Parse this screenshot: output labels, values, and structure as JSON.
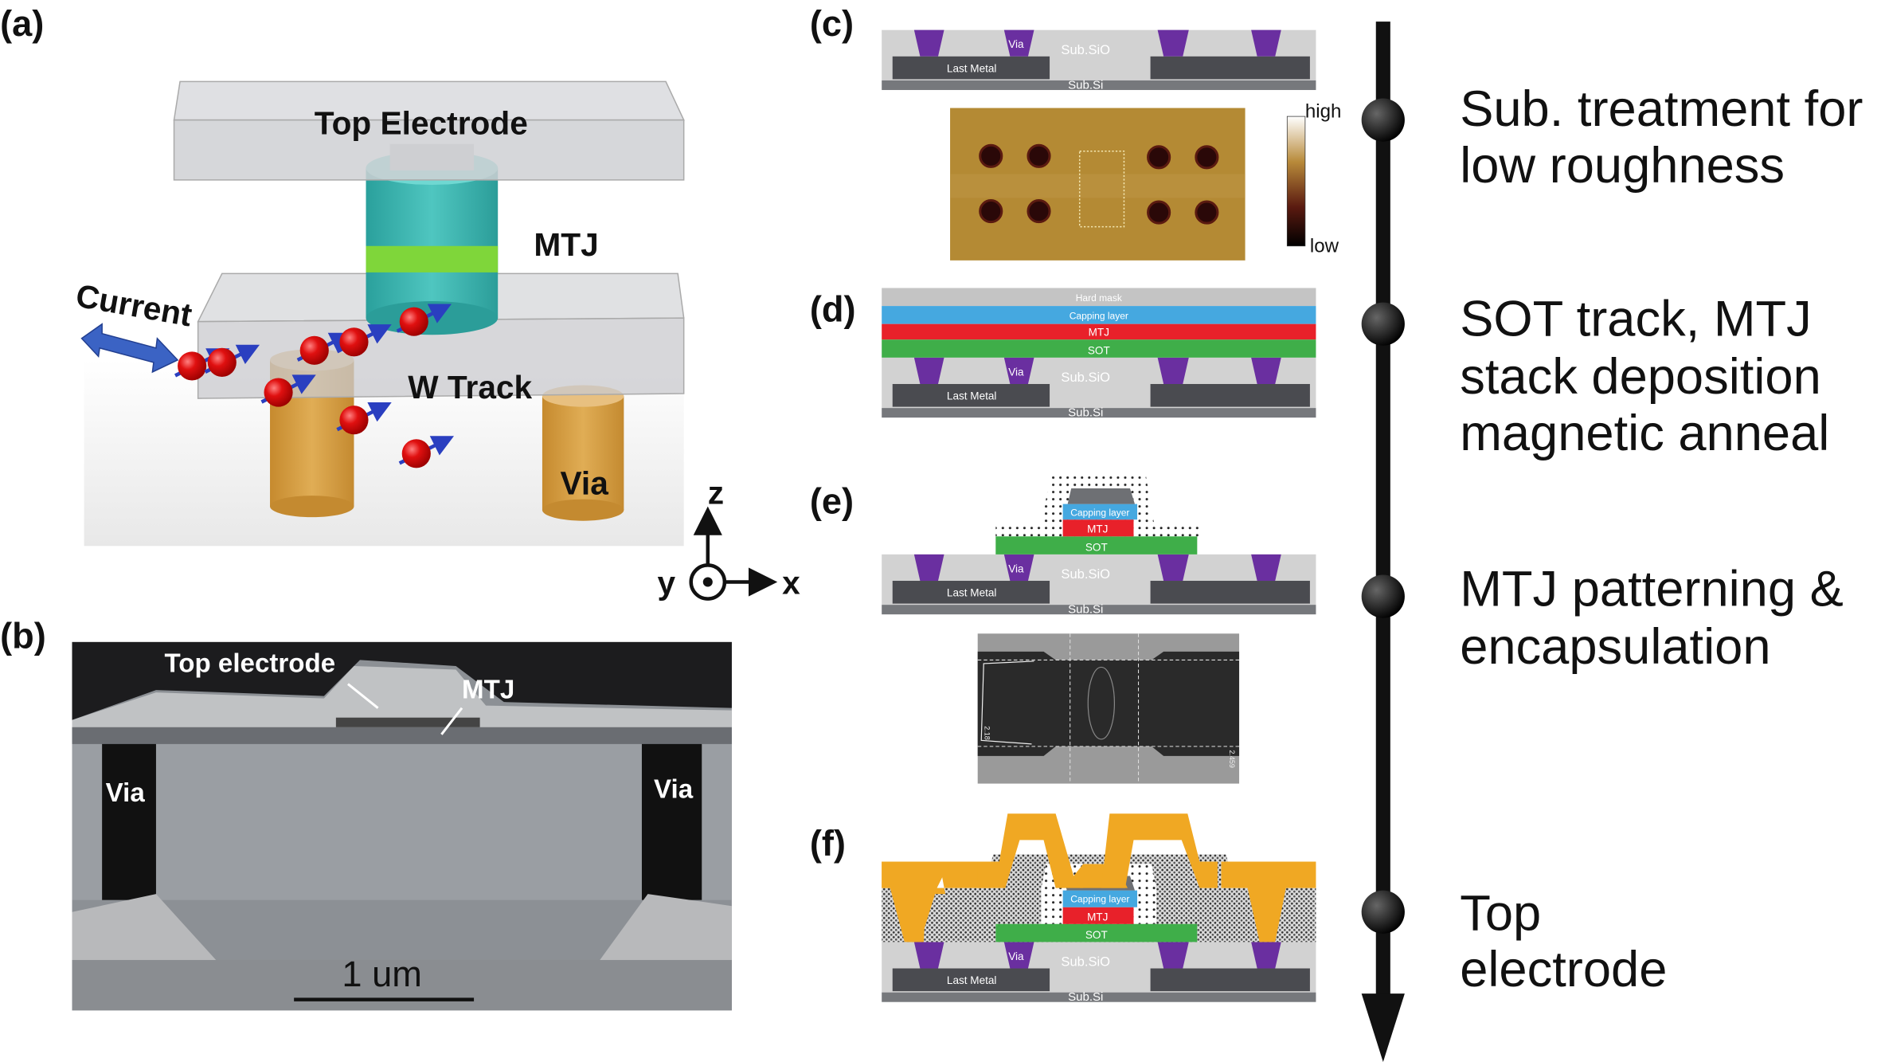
{
  "panels": {
    "a": {
      "label": "(a)",
      "top_electrode": "Top Electrode",
      "mtj": "MTJ",
      "current": "Current",
      "w_track": "W Track",
      "via": "Via",
      "axes": {
        "z": "z",
        "y": "y",
        "x": "x"
      }
    },
    "b": {
      "label": "(b)",
      "top_electrode": "Top electrode",
      "mtj": "MTJ",
      "via_left": "Via",
      "via_right": "Via",
      "scale_bar": "1 um"
    },
    "c": {
      "label": "(c)",
      "colorbar_high": "high",
      "colorbar_low": "low"
    },
    "d": {
      "label": "(d)",
      "hard_mask": "Hard mask",
      "capping": "Capping layer",
      "mtj": "MTJ",
      "sot": "SOT"
    },
    "e": {
      "label": "(e)",
      "capping": "Capping layer",
      "mtj": "MTJ",
      "sot": "SOT",
      "sem_scale_left": "2.18",
      "sem_scale_right": "2.459"
    },
    "f": {
      "label": "(f)",
      "capping": "Capping layer",
      "mtj": "MTJ",
      "sot": "SOT"
    }
  },
  "substrate": {
    "via": "Via",
    "last_metal": "Last Metal",
    "sio": "Sub.SiO",
    "si": "Sub.Si"
  },
  "steps": [
    {
      "lines": [
        "Sub. treatment for",
        "low roughness"
      ]
    },
    {
      "lines": [
        "SOT track, MTJ",
        "stack deposition",
        "magnetic anneal"
      ]
    },
    {
      "lines": [
        "MTJ patterning &",
        "encapsulation"
      ]
    },
    {
      "lines": [
        "Top",
        "electrode"
      ]
    }
  ],
  "colors": {
    "via": "#6a2fa0",
    "last_metal": "#4a4b50",
    "sio": "#d2d2d2",
    "si": "#76787c",
    "sot": "#3fae49",
    "mtj": "#e8212a",
    "capping": "#45a8e0",
    "hard_mask": "#c4c4c4",
    "top_electrode": "#f0a823",
    "mtj_pillar": "#3bb5b0",
    "via_3d": "#d39a3c",
    "electron": "#e01010",
    "spin": "#2a3fc0"
  }
}
